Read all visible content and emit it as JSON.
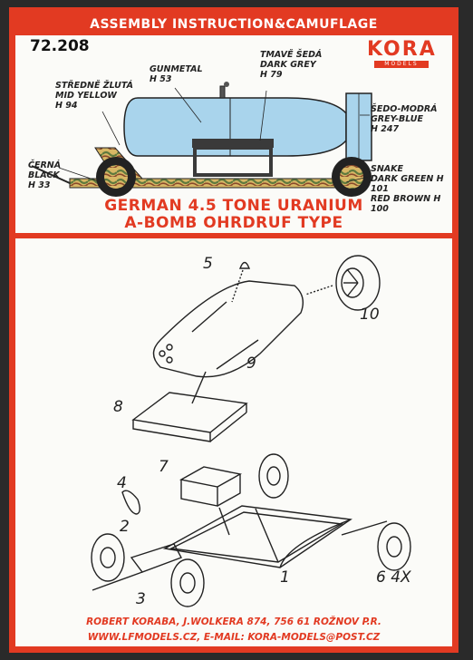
{
  "header": {
    "title": "ASSEMBLY INSTRUCTION&CAMUFLAGE",
    "code": "72.208",
    "logo": "KORA",
    "logo_sub": "MODELS"
  },
  "colors": {
    "accent": "#e23a22",
    "bomb_body": "#a9d4ec",
    "cradle": "#3a3a3a"
  },
  "labels": {
    "mid_yellow": [
      "STŘEDNĚ ŽLUTÁ",
      "MID YELLOW",
      "H 94"
    ],
    "gunmetal": [
      "GUNMETAL",
      "H 53"
    ],
    "dark_grey": [
      "TMAVĚ ŠEDÁ",
      "DARK GREY",
      "H 79"
    ],
    "grey_blue": [
      "ŠEDO-MODRÁ",
      "GREY-BLUE",
      "H 247"
    ],
    "black": [
      "ČERNÁ",
      "BLACK",
      "H 33"
    ],
    "snake": [
      "SNAKE",
      "DARK GREEN H 101",
      "RED BROWN H 100"
    ]
  },
  "headline": {
    "line1": "GERMAN 4.5 TONE URANIUM",
    "line2": "A-BOMB OHRDRUF TYPE"
  },
  "part_numbers": {
    "p5": "5",
    "p10": "10",
    "p9": "9",
    "p8": "8",
    "p7": "7",
    "p4": "4",
    "p2": "2",
    "p3": "3",
    "p1": "1",
    "p6": "6 4X"
  },
  "footer": {
    "line1": "ROBERT KORABA, J.WOLKERA 874, 756 61 ROŽNOV P.R.",
    "line2": "WWW.LFMODELS.CZ, E-MAIL: KORA-MODELS@POST.CZ"
  }
}
